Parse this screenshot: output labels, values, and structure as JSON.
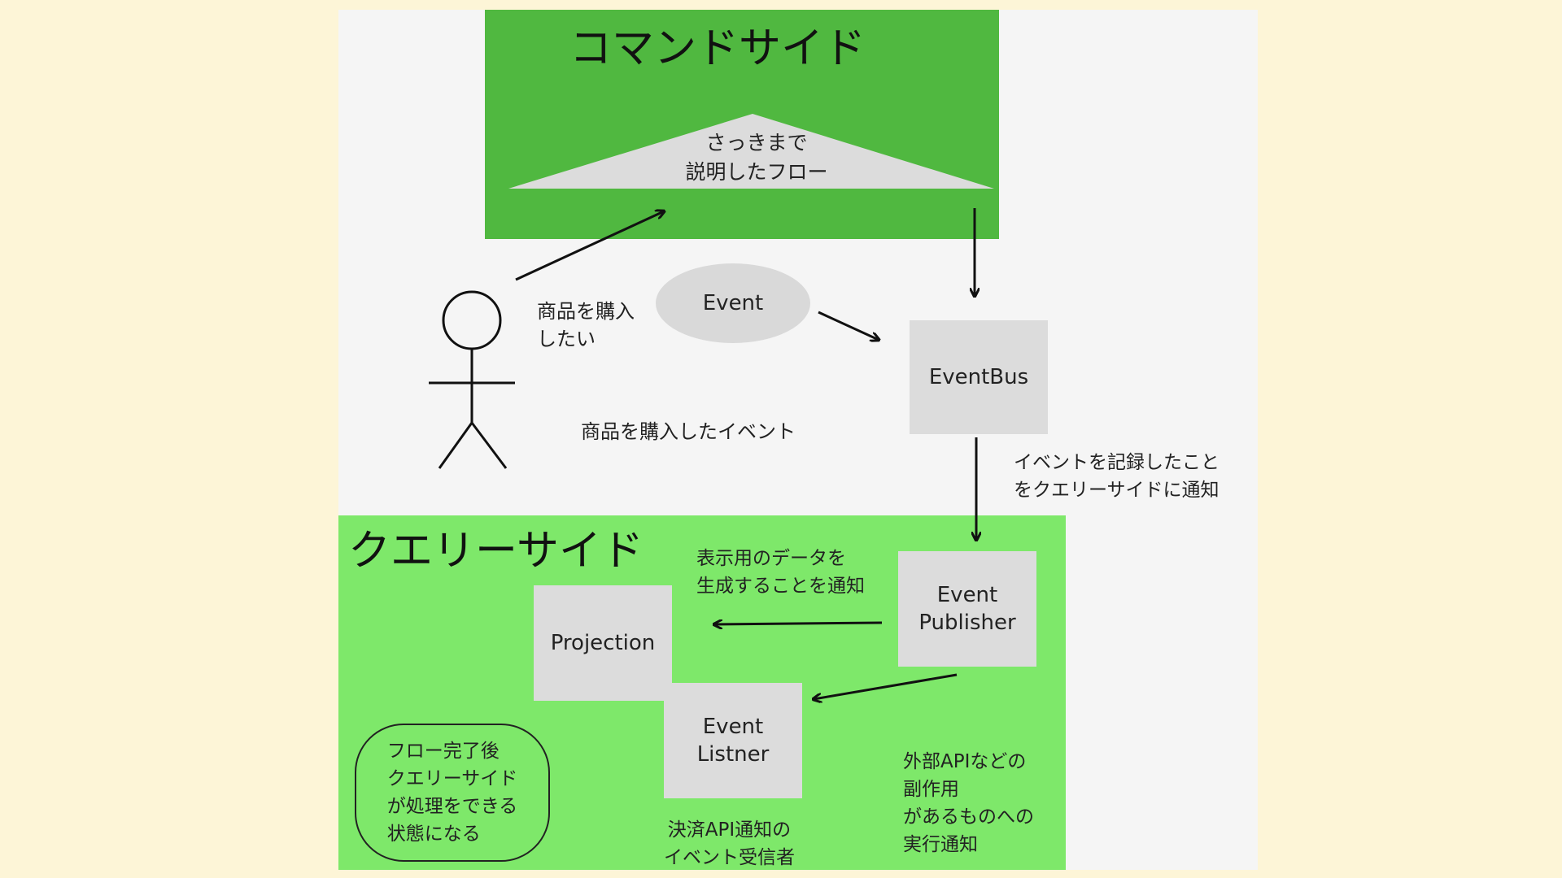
{
  "command_side": {
    "title": "コマンドサイド",
    "flow_label": "さっきまで\n説明したフロー"
  },
  "actor": {
    "request_label": "商品を購入\nしたい",
    "event_label": "商品を購入したイベント"
  },
  "event_bubble": "Event",
  "event_bus": "EventBus",
  "notify_label": "イベントを記録したこと\nをクエリーサイドに通知",
  "query_side": {
    "title": "クエリーサイド",
    "display_label": "表示用のデータを\n生成することを通知",
    "event_publisher": "Event\nPublisher",
    "projection": "Projection",
    "event_listener": "Event\nListner",
    "external_label": "外部APIなどの\n副作用\nがあるものへの\n実行通知",
    "receiver_label": "決済API通知の\nイベント受信者",
    "completion_note": "フロー完了後\nクエリーサイド\nが処理をできる\n状態になる"
  }
}
